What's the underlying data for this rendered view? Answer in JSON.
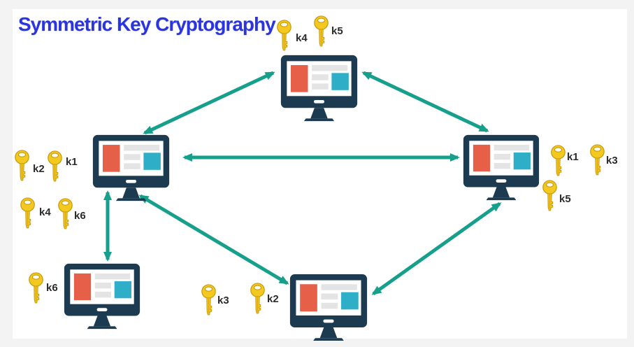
{
  "title": "Symmetric Key Cryptography",
  "colors": {
    "title_blue": "#2a35e0",
    "arrow_teal": "#16a08c",
    "monitor_frame_navy": "#1c3b50",
    "monitor_orange": "#e66049",
    "monitor_teal": "#2fafc7",
    "monitor_gray_bar": "#e4e4e4",
    "key_gold": "#f3c81f",
    "key_outline": "#c9990d",
    "label_dark": "#2b2b2b",
    "background": "#f3f3f4",
    "canvas": "#ffffff"
  },
  "key_labels": {
    "top_k4": "k4",
    "top_k5": "k5",
    "left_k2": "k2",
    "left_k1": "k1",
    "left_k4": "k4",
    "left_k6": "k6",
    "bottomleft_k6": "k6",
    "bottomcenter_k3": "k3",
    "bottomcenter_k2": "k2",
    "right_k1": "k1",
    "right_k3": "k3",
    "right_k5": "k5"
  },
  "diagram": {
    "computers": [
      {
        "id": "top",
        "keys": [
          "k4",
          "k5"
        ]
      },
      {
        "id": "left",
        "keys": [
          "k2",
          "k1",
          "k4",
          "k6"
        ]
      },
      {
        "id": "right",
        "keys": [
          "k1",
          "k3",
          "k5"
        ]
      },
      {
        "id": "bottom-left",
        "keys": [
          "k6"
        ]
      },
      {
        "id": "bottom-center",
        "keys": [
          "k3",
          "k2"
        ]
      }
    ],
    "links": [
      {
        "from": "left",
        "to": "top",
        "bidirectional": true
      },
      {
        "from": "top",
        "to": "right",
        "bidirectional": true
      },
      {
        "from": "left",
        "to": "right",
        "bidirectional": true
      },
      {
        "from": "left",
        "to": "bottom-left",
        "bidirectional": true
      },
      {
        "from": "left",
        "to": "bottom-center",
        "bidirectional": true
      },
      {
        "from": "right",
        "to": "bottom-center",
        "bidirectional": true
      }
    ]
  }
}
